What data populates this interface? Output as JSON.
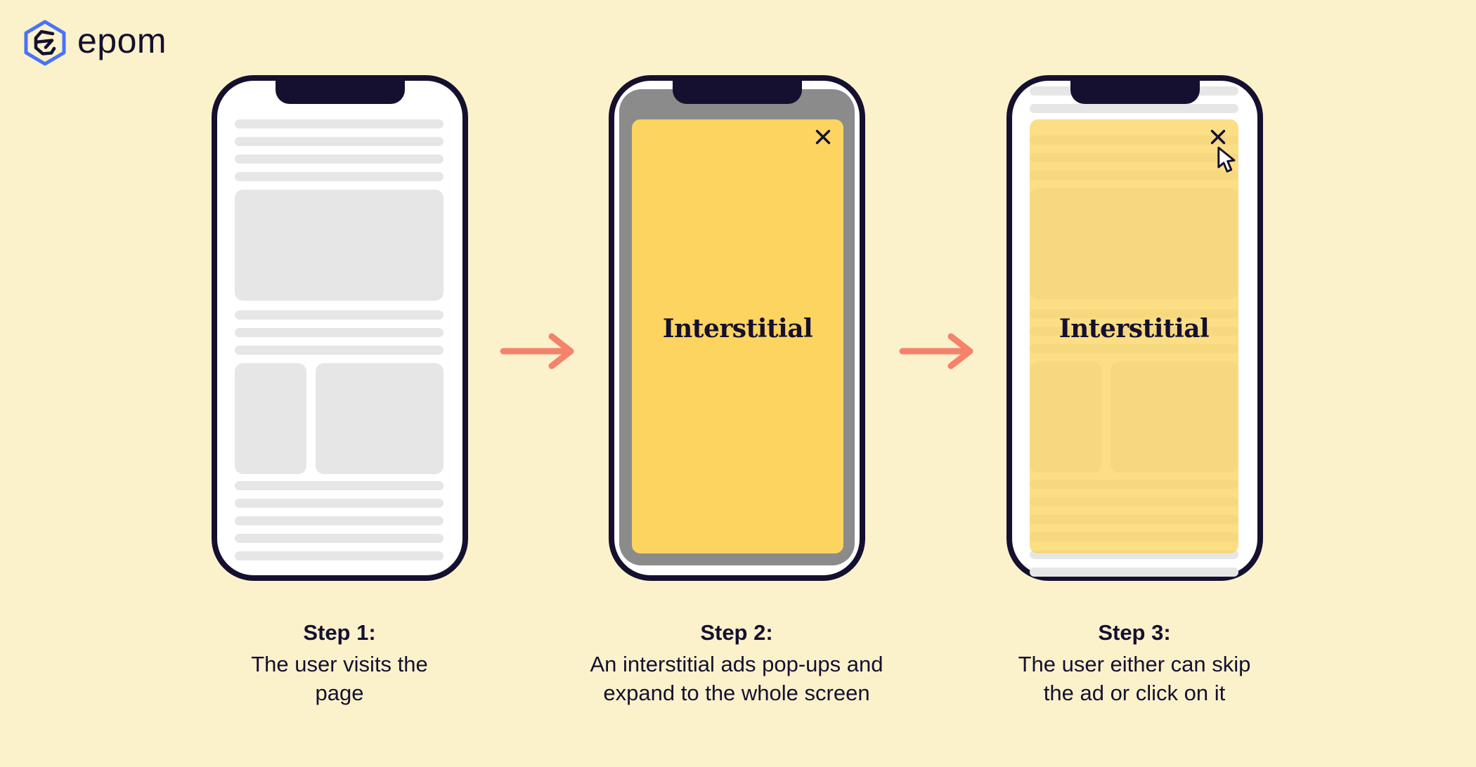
{
  "colors": {
    "background": "#FBF2CC",
    "navy": "#15102F",
    "dimmed_screen_gray": "#8B8B8B",
    "placeholder_gray": "#E6E6E7",
    "ad_yellow": "#FCD45F",
    "arrow_salmon": "#F5826B",
    "logo_blue": "#4A72F7"
  },
  "logo": {
    "brand": "epom"
  },
  "interstitial": {
    "title": "Interstitial"
  },
  "icons": {
    "close": "x-close",
    "arrow": "right-arrow",
    "cursor": "mouse-pointer"
  },
  "steps": [
    {
      "label": "Step 1:",
      "line1": "The user visits the",
      "line2": "page"
    },
    {
      "label": "Step 2:",
      "line1": "An interstitial ads pop-ups and",
      "line2": "expand to the whole screen"
    },
    {
      "label": "Step 3:",
      "line1": "The user either can skip",
      "line2": "the ad or click on it"
    }
  ]
}
